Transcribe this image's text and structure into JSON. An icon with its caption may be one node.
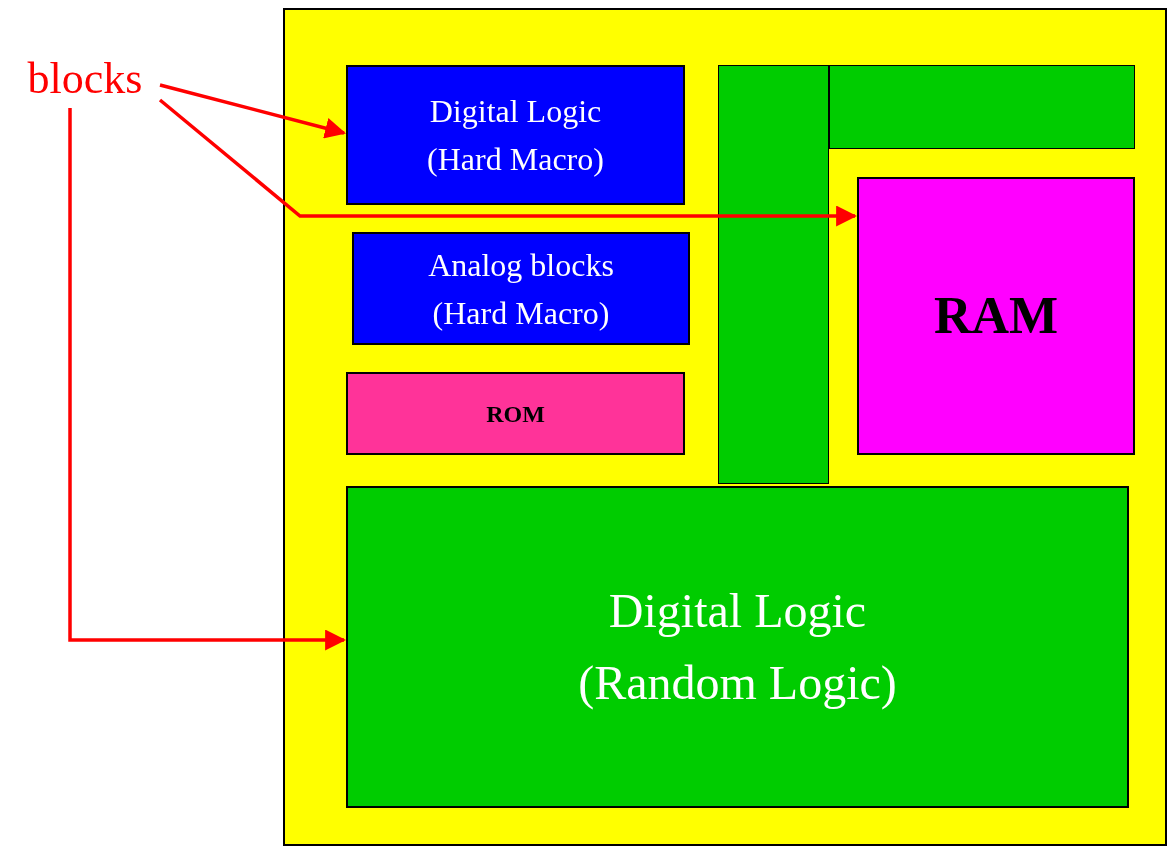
{
  "diagram": {
    "nodes": [
      {
        "text": [
          "blocks"
        ]
      },
      {
        "text": [],
        "shape": "box"
      },
      {
        "text": [
          "Digital Logic (Hard Macro)"
        ],
        "in": 1
      },
      {
        "text": [
          "Analog blocks (Hard Macro)"
        ],
        "in": 1
      },
      {
        "text": [
          "ROM"
        ],
        "in": 1
      },
      {
        "text": [],
        "shape": "bar",
        "in": 1
      },
      {
        "text": [],
        "shape": "bar",
        "in": 1
      },
      {
        "text": [
          "RAM"
        ],
        "in": 1
      },
      {
        "text": [
          "Digital Logic (Random Logic)"
        ],
        "in": 1
      }
    ],
    "edges": [
      {
        "from": 0,
        "to": 2,
        "arrow": "to"
      },
      {
        "from": 0,
        "to": 7,
        "arrow": "to"
      },
      {
        "from": 0,
        "to": 8,
        "arrow": "to"
      }
    ]
  }
}
